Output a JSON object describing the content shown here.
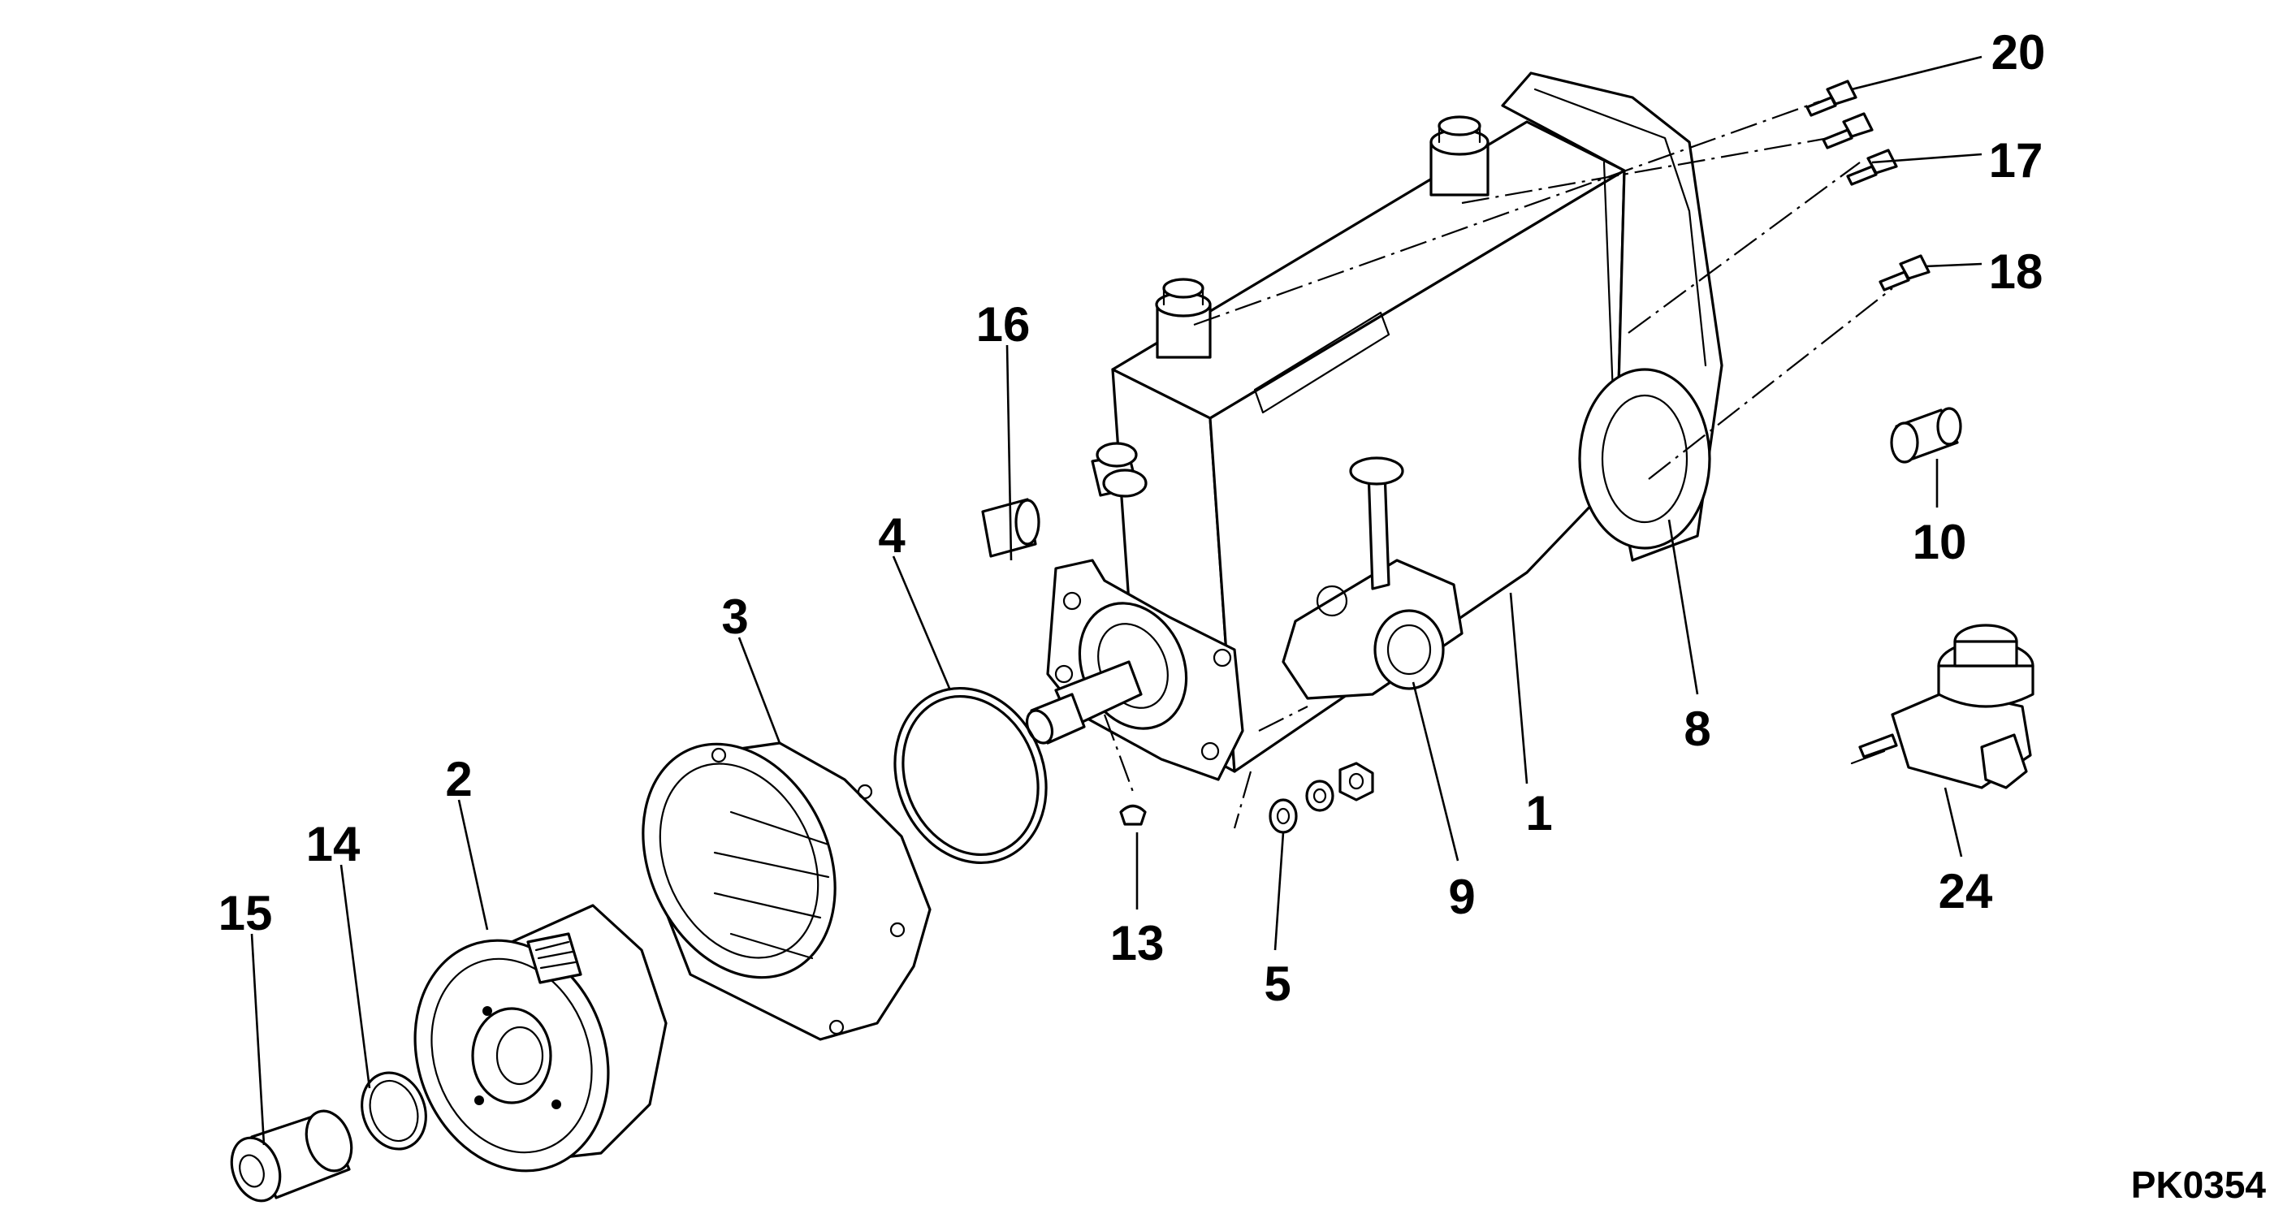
{
  "diagram": {
    "drawing_code": "PK0354",
    "callouts": [
      {
        "id": "c1",
        "text": "1"
      },
      {
        "id": "c2",
        "text": "2"
      },
      {
        "id": "c3",
        "text": "3"
      },
      {
        "id": "c4",
        "text": "4"
      },
      {
        "id": "c5",
        "text": "5"
      },
      {
        "id": "c8",
        "text": "8"
      },
      {
        "id": "c9",
        "text": "9"
      },
      {
        "id": "c10",
        "text": "10"
      },
      {
        "id": "c13",
        "text": "13"
      },
      {
        "id": "c14",
        "text": "14"
      },
      {
        "id": "c15",
        "text": "15"
      },
      {
        "id": "c16",
        "text": "16"
      },
      {
        "id": "c17",
        "text": "17"
      },
      {
        "id": "c18",
        "text": "18"
      },
      {
        "id": "c20",
        "text": "20"
      },
      {
        "id": "c24",
        "text": "24"
      }
    ]
  }
}
